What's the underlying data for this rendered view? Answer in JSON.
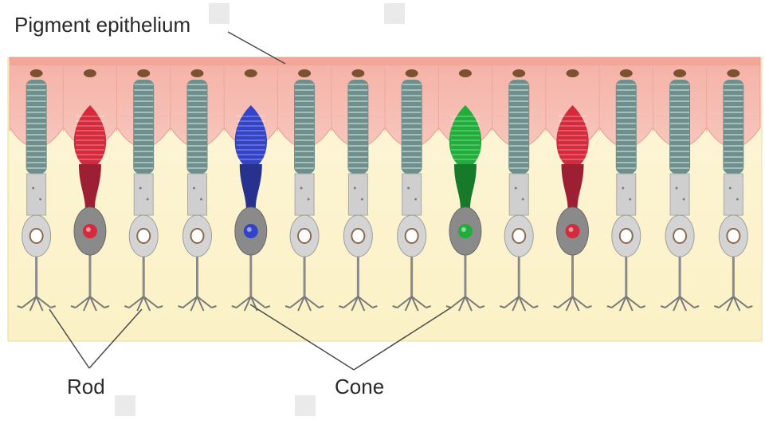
{
  "labels": {
    "pigment_epithelium": "Pigment epithelium",
    "rod": "Rod",
    "cone": "Cone"
  },
  "colors": {
    "epithelium": "#f7c6bd",
    "epithelium_edge": "#e99a8c",
    "background_layer": "#fbf1c6",
    "rod_segment": "#6f8f8c",
    "rod_body": "#cfcfcf",
    "cone_red": "#d42a3c",
    "cone_blue": "#3344c8",
    "cone_green": "#1fae3a",
    "leader_line": "#4a4a4a"
  },
  "cells": [
    {
      "type": "rod"
    },
    {
      "type": "cone",
      "color": "red"
    },
    {
      "type": "rod"
    },
    {
      "type": "rod"
    },
    {
      "type": "cone",
      "color": "blue"
    },
    {
      "type": "rod"
    },
    {
      "type": "rod"
    },
    {
      "type": "rod"
    },
    {
      "type": "cone",
      "color": "green"
    },
    {
      "type": "rod"
    },
    {
      "type": "cone",
      "color": "red"
    },
    {
      "type": "rod"
    },
    {
      "type": "rod"
    },
    {
      "type": "rod"
    }
  ]
}
